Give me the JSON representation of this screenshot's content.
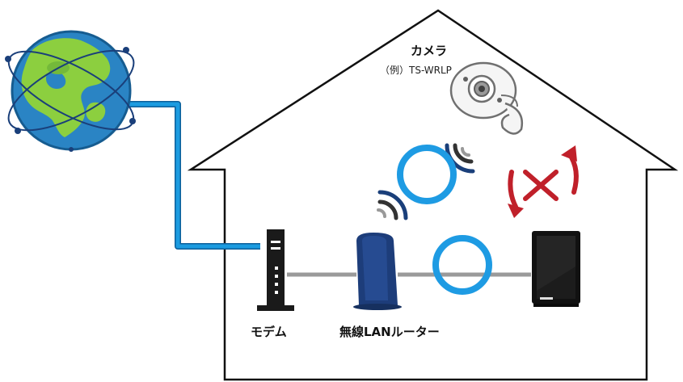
{
  "labels": {
    "camera": "カメラ",
    "camera_example": "（例）TS-WRLP",
    "modem": "モデム",
    "router": "無線LANルーター"
  },
  "colors": {
    "internet_cable": "#1b9be0",
    "ok_ring": "#1e9be3",
    "ng_mark": "#c0202a",
    "lan_cable": "#9a9a9a",
    "router_body": "#1d3d7a",
    "house_outline": "#111111"
  },
  "icons": {
    "internet": "globe-icon",
    "modem": "modem-icon",
    "router": "wireless-router-icon",
    "camera": "network-camera-icon",
    "nas": "nas-icon",
    "ok": "circle-ok-icon",
    "ng": "cross-ng-icon"
  }
}
